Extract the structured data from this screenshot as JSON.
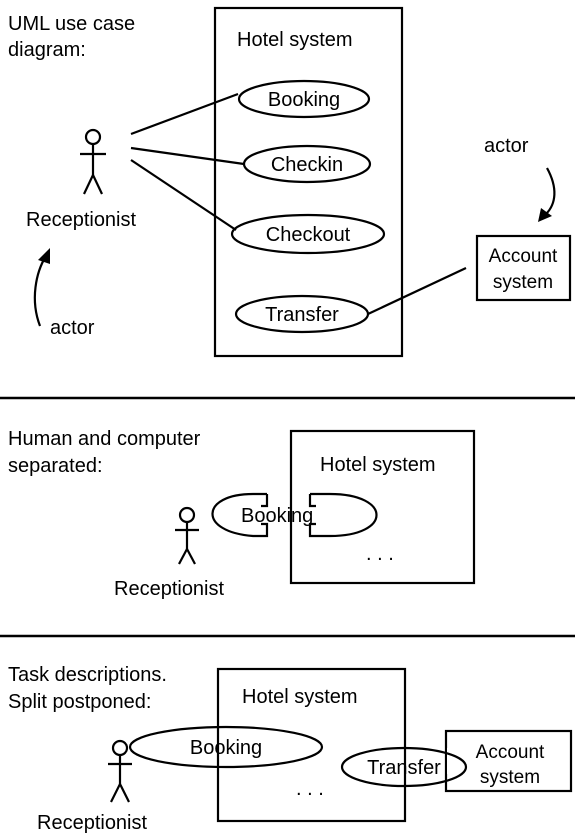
{
  "panel1": {
    "caption_line1": "UML use case",
    "caption_line2": "diagram:",
    "system_label": "Hotel system",
    "use_cases": [
      "Booking",
      "Checkin",
      "Checkout",
      "Transfer"
    ],
    "actor_name": "Receptionist",
    "actor_annotation_bottom": "actor",
    "actor_annotation_top": "actor",
    "account_system_line1": "Account",
    "account_system_line2": "system"
  },
  "panel2": {
    "caption_line1": "Human and computer",
    "caption_line2": "separated:",
    "system_label": "Hotel system",
    "use_case": "Booking",
    "ellipsis": ". . .",
    "actor_name": "Receptionist"
  },
  "panel3": {
    "caption_line1": "Task descriptions.",
    "caption_line2": "Split postponed:",
    "system_label": "Hotel system",
    "use_case_booking": "Booking",
    "use_case_transfer": "Transfer",
    "ellipsis": ". . .",
    "actor_name": "Receptionist",
    "account_system_line1": "Account",
    "account_system_line2": "system"
  }
}
